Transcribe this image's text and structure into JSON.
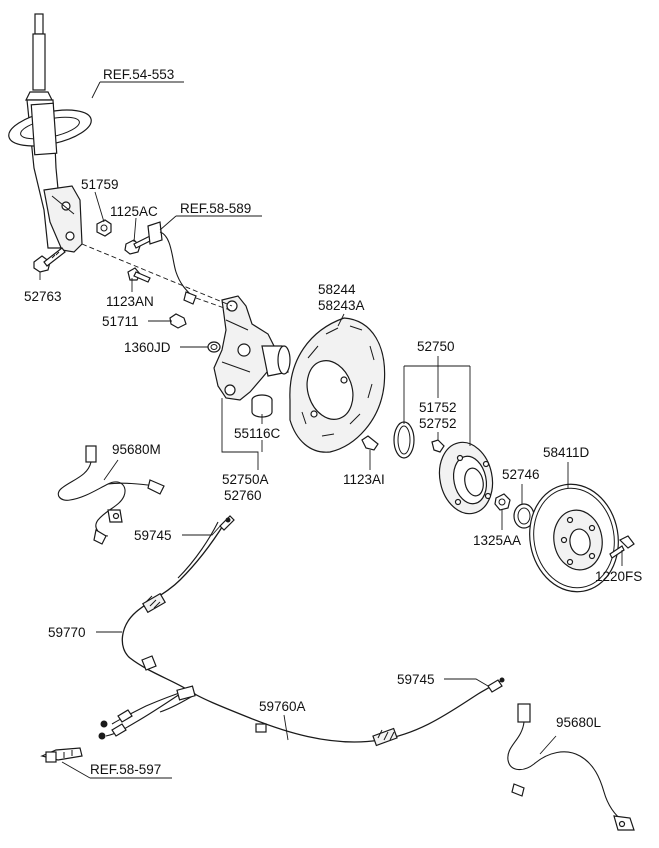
{
  "labels": {
    "ref_54_553": "REF.54-553",
    "p51759": "51759",
    "p1125AC": "1125AC",
    "ref_58_589": "REF.58-589",
    "p52763": "52763",
    "p1123AN": "1123AN",
    "p51711": "51711",
    "p1360JD": "1360JD",
    "p58244": "58244",
    "p58243A": "58243A",
    "p52750": "52750",
    "p51752": "51752",
    "p52752": "52752",
    "p55116C": "55116C",
    "p95680M": "95680M",
    "p58411D": "58411D",
    "p1123AI": "1123AI",
    "p52746": "52746",
    "p52750A": "52750A",
    "p52760": "52760",
    "p1325AA": "1325AA",
    "p59745_top": "59745",
    "p1220FS": "1220FS",
    "p59770": "59770",
    "p59745_bottom": "59745",
    "p59760A": "59760A",
    "p95680L": "95680L",
    "ref_58_597": "REF.58-597"
  },
  "icons": {
    "strut": "shock-absorber-strut",
    "knuckle": "steering-knuckle",
    "dust_cover": "brake-dust-shield",
    "hub": "wheel-hub",
    "disc": "brake-disc",
    "sensor": "wheel-speed-sensor",
    "cable": "parking-brake-cable"
  }
}
